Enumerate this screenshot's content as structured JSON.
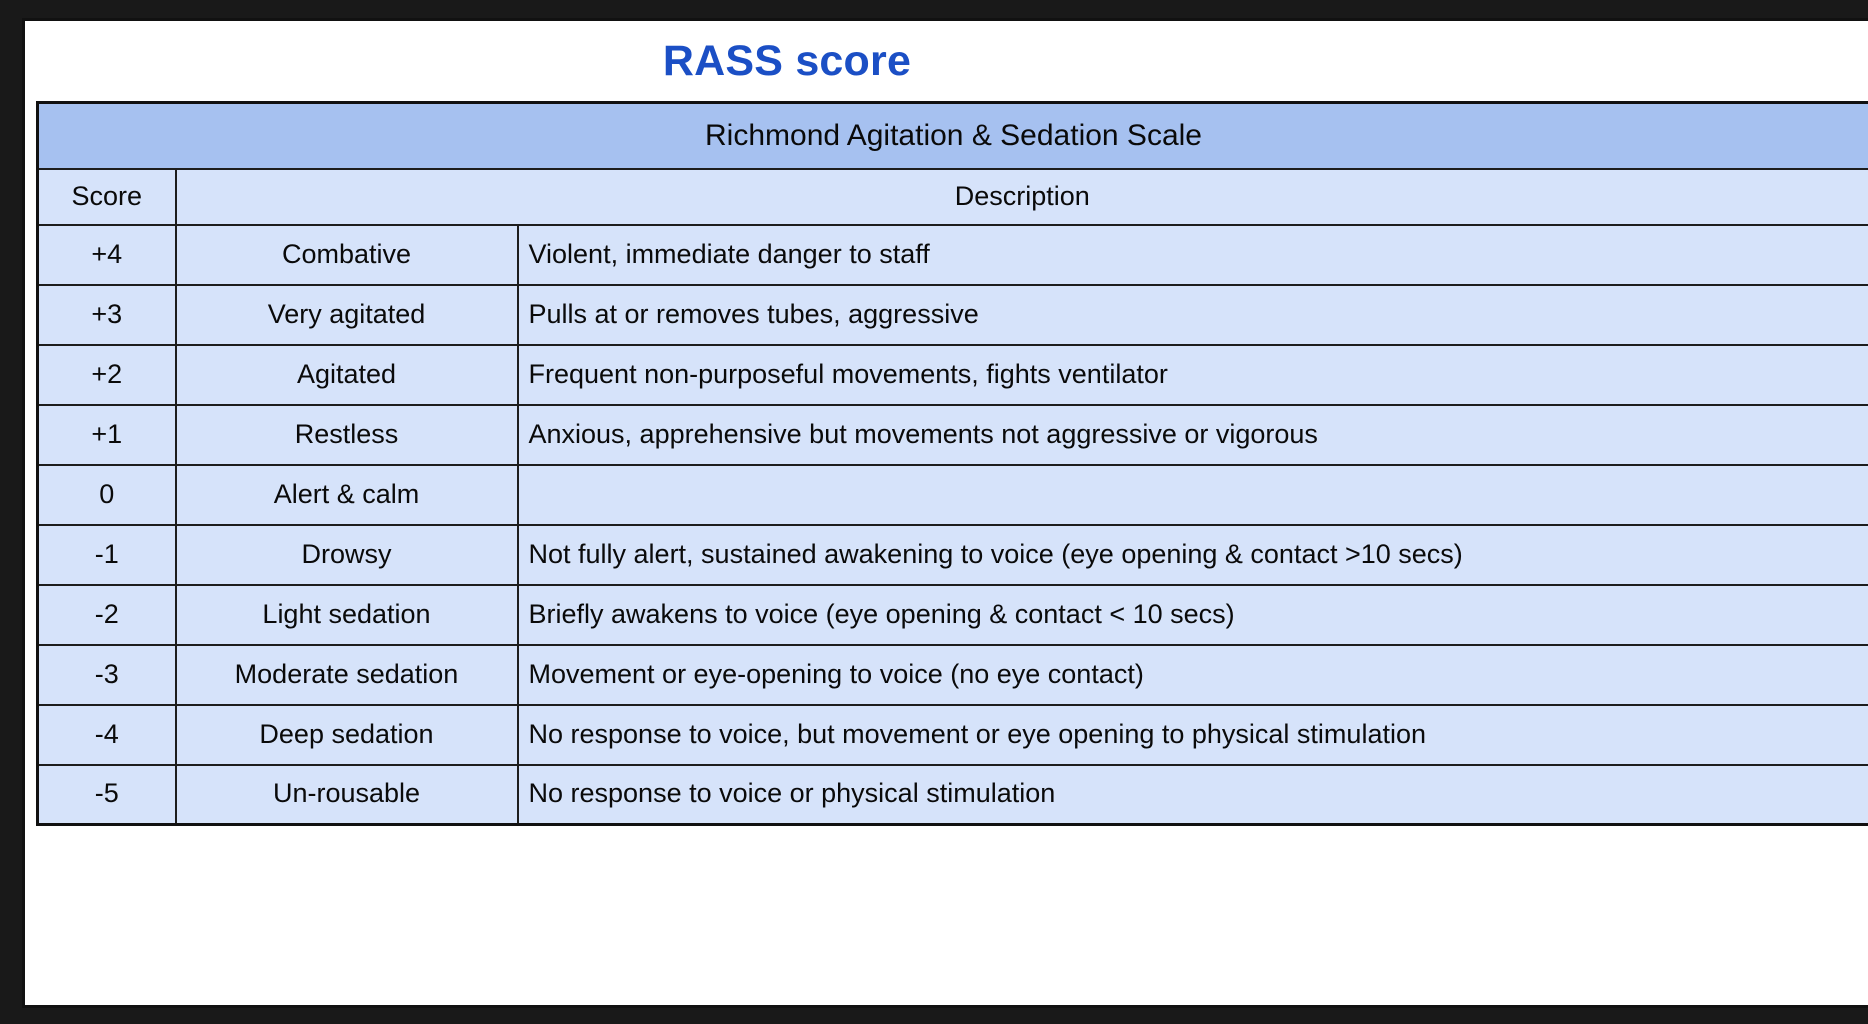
{
  "document": {
    "title": "RASS score",
    "title_color": "#1b4fc5",
    "scale_name": "Richmond Agitation & Sedation Scale",
    "header_band_color": "#a6c1f0",
    "row_color": "#d6e3fa",
    "border_color": "#1d1d1d",
    "backdrop_color": "#191919"
  },
  "table": {
    "columns": [
      "Score",
      "Description"
    ],
    "column_headers": {
      "score": "Score",
      "description": "Description"
    },
    "rows": [
      {
        "score": "+4",
        "term": "Combative",
        "description": "Violent, immediate danger to staff"
      },
      {
        "score": "+3",
        "term": "Very agitated",
        "description": "Pulls at or removes tubes, aggressive"
      },
      {
        "score": "+2",
        "term": "Agitated",
        "description": "Frequent non-purposeful movements, fights ventilator"
      },
      {
        "score": "+1",
        "term": "Restless",
        "description": "Anxious, apprehensive but movements not aggressive or vigorous"
      },
      {
        "score": "0",
        "term": "Alert & calm",
        "description": ""
      },
      {
        "score": "-1",
        "term": "Drowsy",
        "description": "Not fully alert, sustained awakening to voice (eye opening & contact >10 secs)"
      },
      {
        "score": "-2",
        "term": "Light sedation",
        "description": "Briefly awakens to voice (eye opening & contact < 10 secs)"
      },
      {
        "score": "-3",
        "term": "Moderate sedation",
        "description": "Movement or eye-opening to voice (no eye contact)"
      },
      {
        "score": "-4",
        "term": "Deep sedation",
        "description": "No response to voice, but movement or eye opening to physical stimulation"
      },
      {
        "score": "-5",
        "term": "Un-rousable",
        "description": "No response to voice or physical stimulation"
      }
    ]
  }
}
